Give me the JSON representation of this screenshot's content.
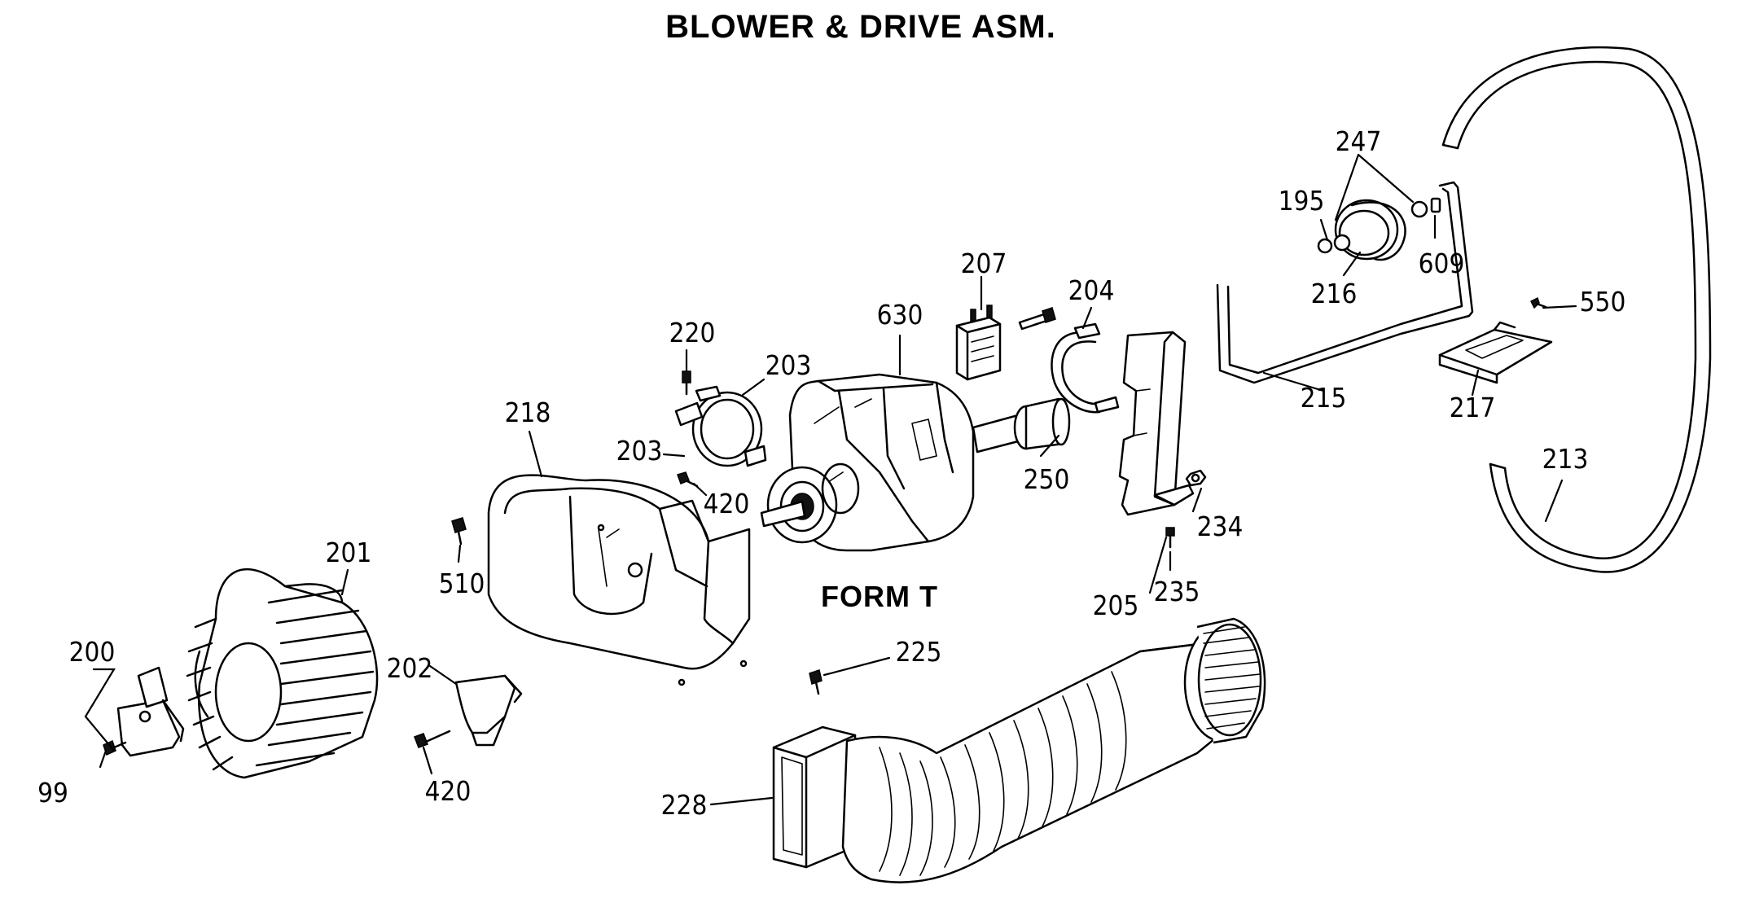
{
  "diagram": {
    "title": "BLOWER & DRIVE ASM.",
    "form_label": "FORM T",
    "callouts": {
      "c99": "99",
      "c195": "195",
      "c200": "200",
      "c201": "201",
      "c202": "202",
      "c203a": "203",
      "c203b": "203",
      "c204": "204",
      "c205": "205",
      "c207": "207",
      "c213": "213",
      "c215": "215",
      "c216": "216",
      "c217": "217",
      "c218": "218",
      "c220": "220",
      "c225": "225",
      "c228": "228",
      "c234": "234",
      "c235": "235",
      "c247": "247",
      "c250": "250",
      "c420a": "420",
      "c420b": "420",
      "c510": "510",
      "c550": "550",
      "c609": "609",
      "c630": "630"
    }
  }
}
